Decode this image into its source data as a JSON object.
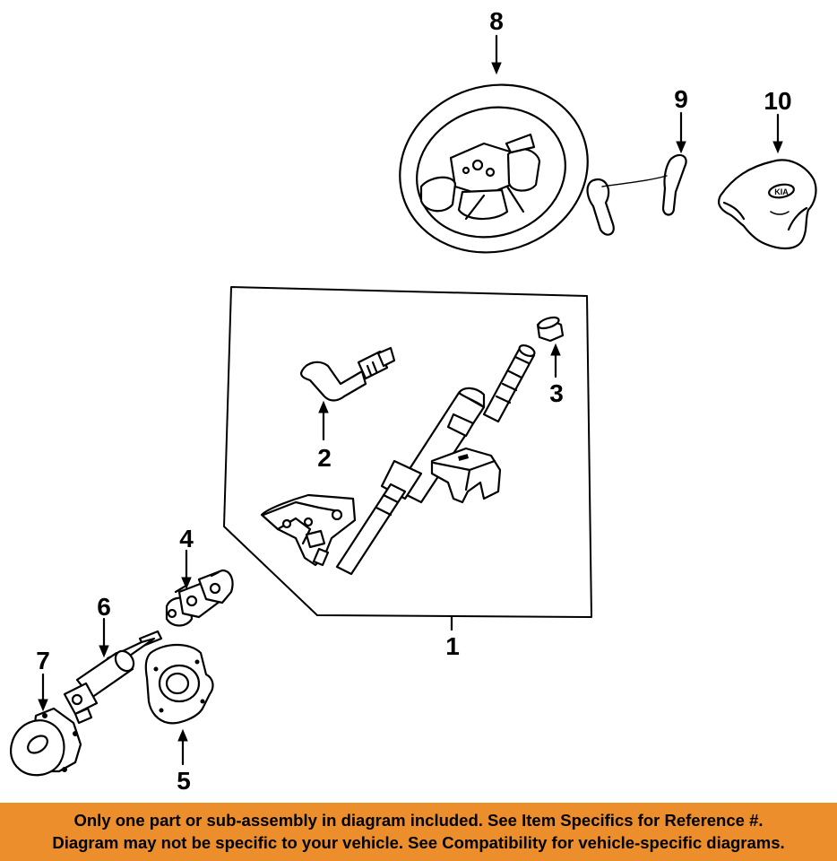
{
  "callouts": [
    {
      "id": "1",
      "label": "1"
    },
    {
      "id": "2",
      "label": "2"
    },
    {
      "id": "3",
      "label": "3"
    },
    {
      "id": "4",
      "label": "4"
    },
    {
      "id": "5",
      "label": "5"
    },
    {
      "id": "6",
      "label": "6"
    },
    {
      "id": "7",
      "label": "7"
    },
    {
      "id": "8",
      "label": "8"
    },
    {
      "id": "9",
      "label": "9"
    },
    {
      "id": "10",
      "label": "10"
    }
  ],
  "airbag_logo": "KIA",
  "banner": {
    "line1": "Only one part or sub-assembly in diagram included. See Item Specifics for Reference #.",
    "line2": "Diagram may not be specific to your vehicle. See Compatibility for vehicle-specific diagrams.",
    "background_color": "#ec8e2c"
  }
}
